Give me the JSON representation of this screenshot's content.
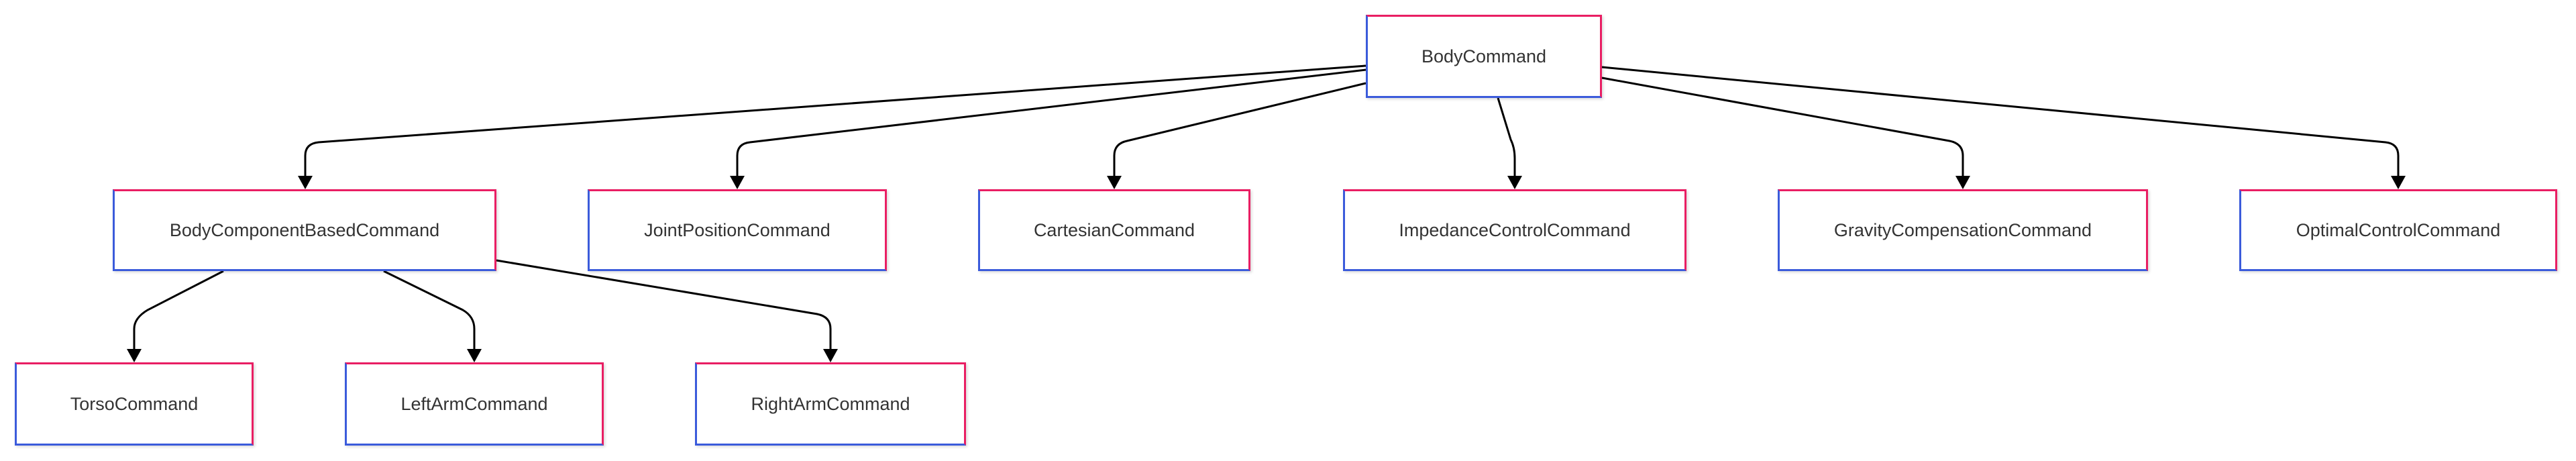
{
  "diagram": {
    "nodes": {
      "body_command": "BodyCommand",
      "body_component_based_command": "BodyComponentBasedCommand",
      "joint_position_command": "JointPositionCommand",
      "cartesian_command": "CartesianCommand",
      "impedance_control_command": "ImpedanceControlCommand",
      "gravity_compensation_command": "GravityCompensationCommand",
      "optimal_control_command": "OptimalControlCommand",
      "torso_command": "TorsoCommand",
      "left_arm_command": "LeftArmCommand",
      "right_arm_command": "RightArmCommand"
    },
    "edges": [
      {
        "from": "BodyCommand",
        "to": "BodyComponentBasedCommand"
      },
      {
        "from": "BodyCommand",
        "to": "JointPositionCommand"
      },
      {
        "from": "BodyCommand",
        "to": "CartesianCommand"
      },
      {
        "from": "BodyCommand",
        "to": "ImpedanceControlCommand"
      },
      {
        "from": "BodyCommand",
        "to": "GravityCompensationCommand"
      },
      {
        "from": "BodyCommand",
        "to": "OptimalControlCommand"
      },
      {
        "from": "BodyComponentBasedCommand",
        "to": "TorsoCommand"
      },
      {
        "from": "BodyComponentBasedCommand",
        "to": "LeftArmCommand"
      },
      {
        "from": "BodyComponentBasedCommand",
        "to": "RightArmCommand"
      }
    ],
    "colors": {
      "border_left_bottom": "#3b5bdb",
      "border_top_right": "#e91e63",
      "edge": "#000000",
      "text": "#333333"
    }
  }
}
